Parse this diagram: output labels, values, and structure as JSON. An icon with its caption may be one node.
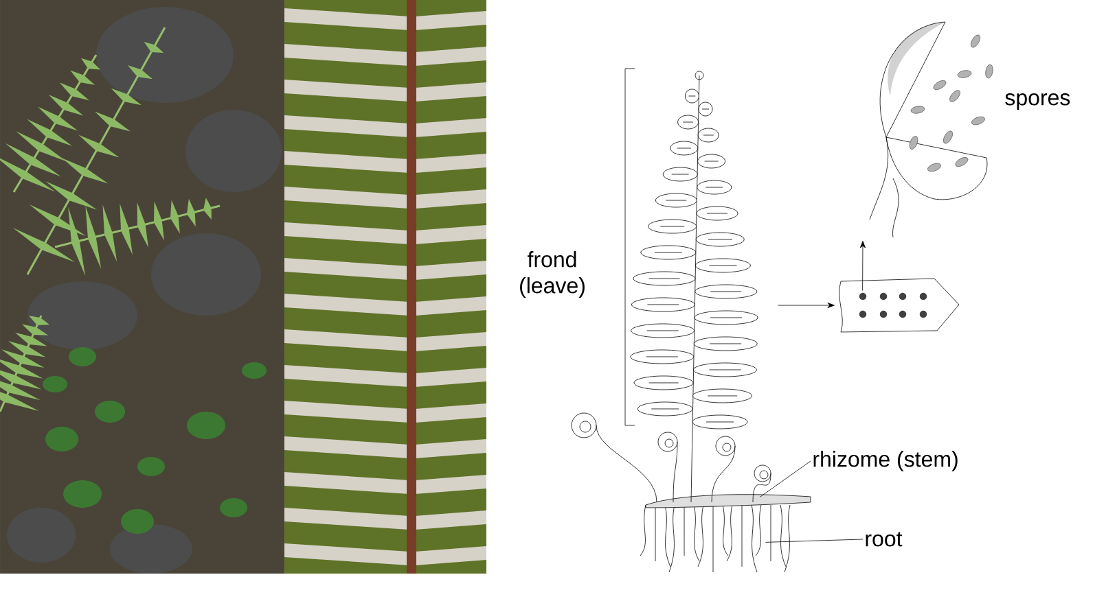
{
  "diagram": {
    "nodes": [
      {
        "text": [],
        "shape": "picture"
      },
      {
        "text": [],
        "shape": "picture"
      },
      {
        "text": [],
        "shape": "picture"
      },
      {
        "text": [
          "rhizome (stem)"
        ]
      },
      {
        "text": [
          "root"
        ]
      }
    ],
    "edges": [
      {
        "from": 0,
        "to": 1,
        "arrow": "to"
      },
      {
        "from": 1,
        "to": 2,
        "arrow": "to"
      },
      {
        "from": 3,
        "to": 0,
        "arrow": "none"
      },
      {
        "from": 4,
        "to": 0,
        "arrow": "none"
      }
    ],
    "labels": [
      "spores",
      "frond (leave)"
    ]
  }
}
